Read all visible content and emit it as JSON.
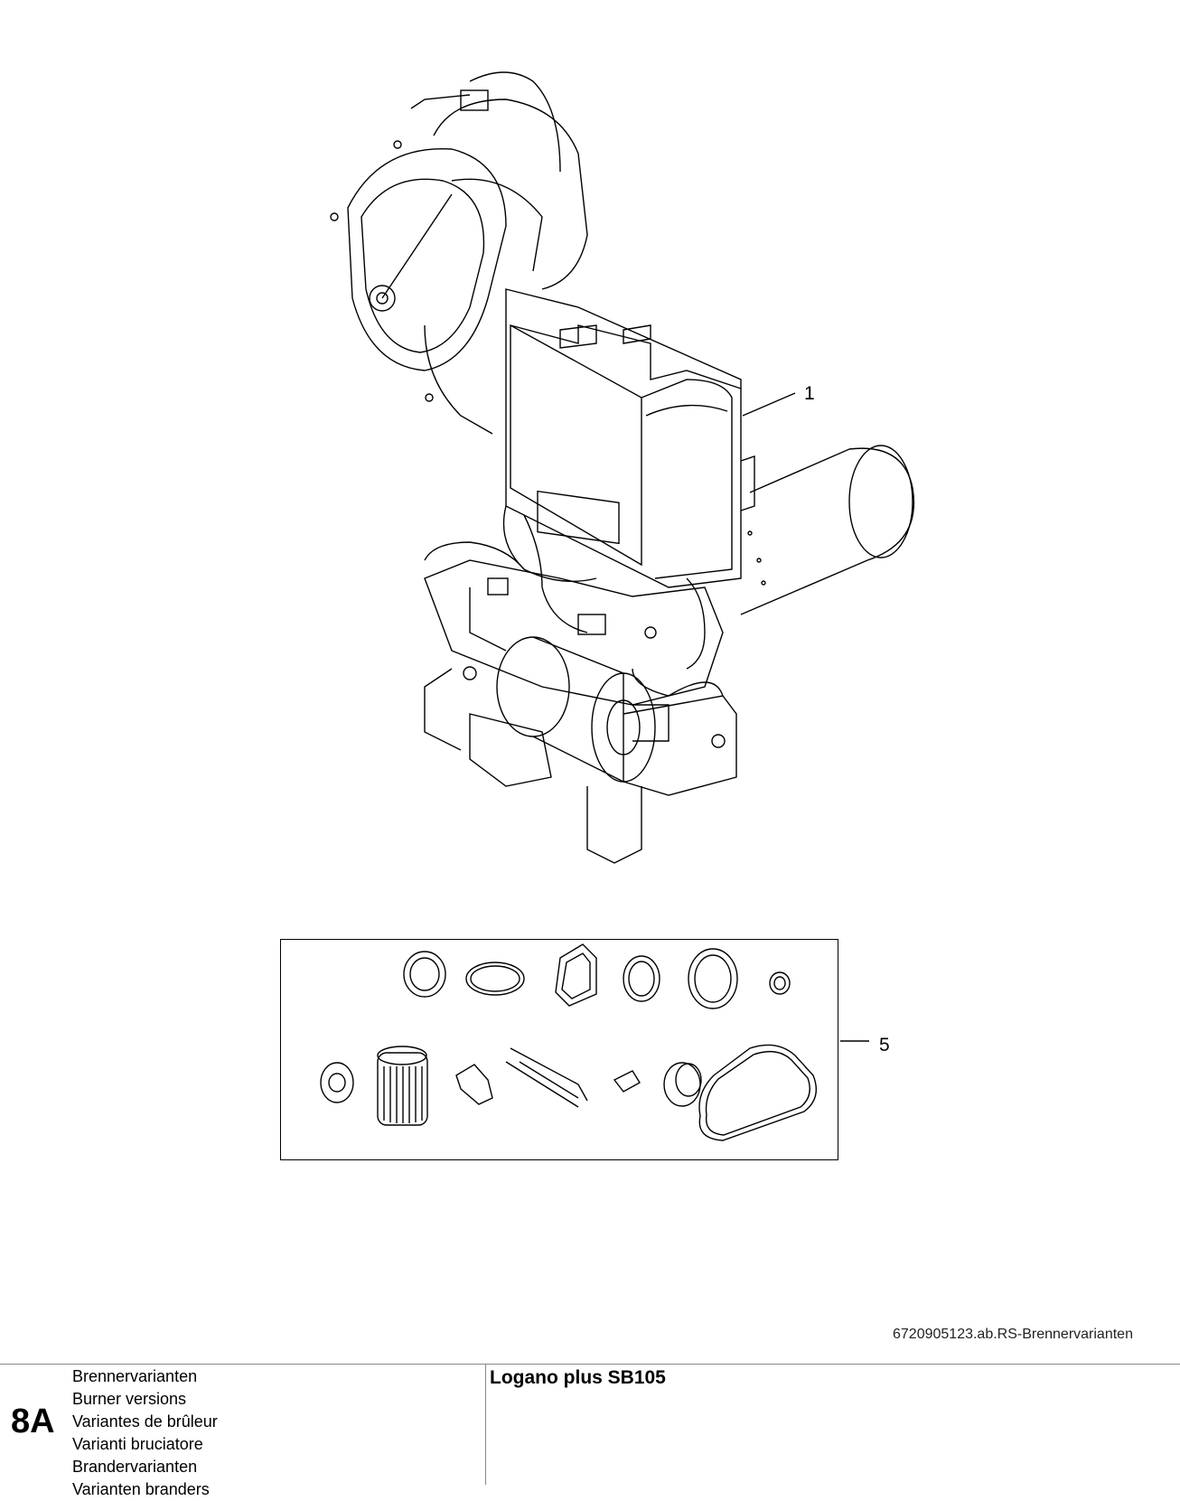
{
  "callouts": {
    "item_1": "1",
    "item_5": "5"
  },
  "drawing_code": "6720905123.ab.RS-Brennervarianten",
  "footer": {
    "section_number": "8A",
    "section_titles": [
      "Brennervarianten",
      "Burner versions",
      "Variantes de brûleur",
      "Varianti bruciatore",
      "Brandervarianten",
      "Varianten branders"
    ],
    "product_title": "Logano plus SB105"
  }
}
